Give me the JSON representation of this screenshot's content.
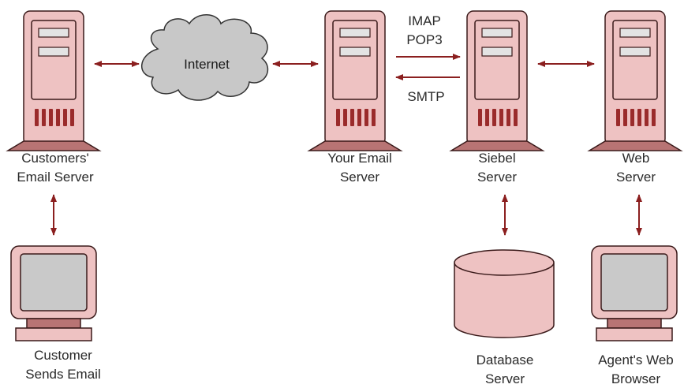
{
  "colors": {
    "body_fill": "#eec2c2",
    "body_stroke": "#3a1a1a",
    "drive_fill": "#e3e3e3",
    "vent_fill": "#9a2b2b",
    "base_fill": "#b87474",
    "screen_fill": "#c9c9c9",
    "cloud_fill": "#c8c8c8",
    "arrow": "#8b1f1f",
    "text": "#2a2a2a"
  },
  "nodes": {
    "customers_email_server": {
      "line1": "Customers'",
      "line2": "Email Server",
      "icon": "server-tower-icon"
    },
    "internet": {
      "label": "Internet",
      "icon": "cloud-icon"
    },
    "your_email_server": {
      "line1": "Your Email",
      "line2": "Server",
      "icon": "server-tower-icon"
    },
    "siebel_server": {
      "line1": "Siebel",
      "line2": "Server",
      "icon": "server-tower-icon"
    },
    "web_server": {
      "line1": "Web",
      "line2": "Server",
      "icon": "server-tower-icon"
    },
    "customer": {
      "line1": "Customer",
      "line2": "Sends Email",
      "icon": "desktop-computer-icon"
    },
    "database_server": {
      "line1": "Database",
      "line2": "Server",
      "icon": "database-cylinder-icon"
    },
    "agents_web_browser": {
      "line1": "Agent's Web",
      "line2": "Browser",
      "icon": "desktop-computer-icon"
    }
  },
  "protocols": {
    "incoming_line1": "IMAP",
    "incoming_line2": "POP3",
    "outgoing": "SMTP"
  }
}
